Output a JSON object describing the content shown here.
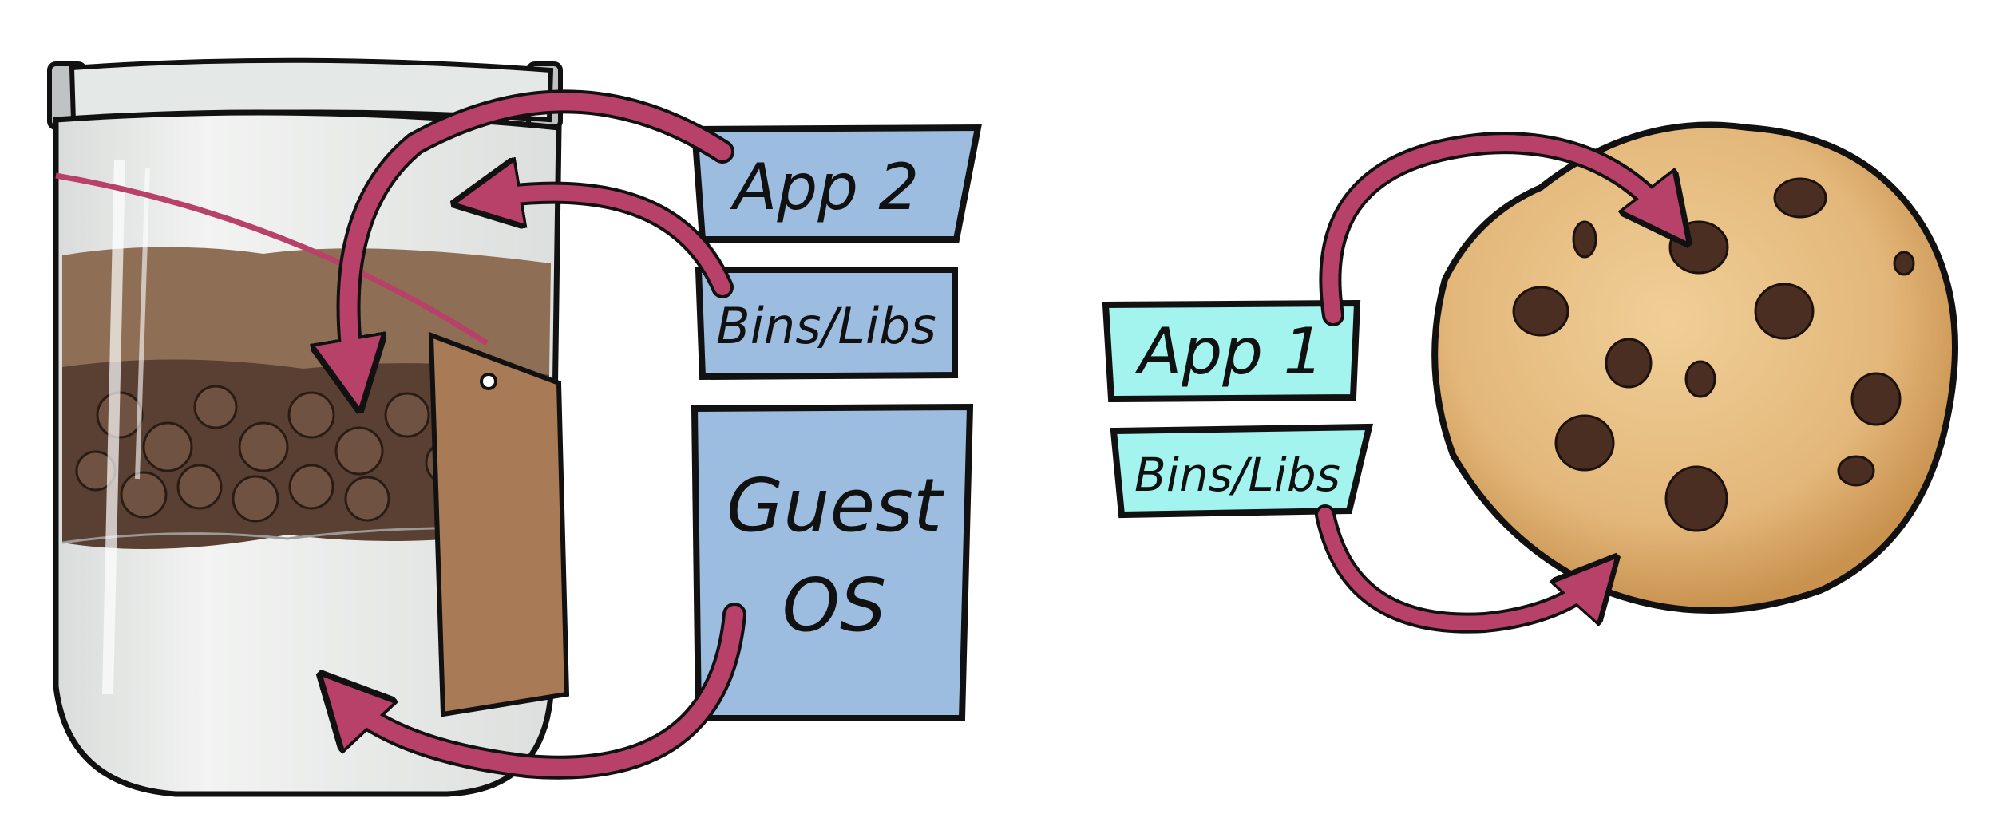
{
  "containers": {
    "stack": [
      {
        "label": "App 2",
        "color": "#9dbde0"
      },
      {
        "label": "Bins/Libs",
        "color": "#9dbde0"
      },
      {
        "label": "Guest\nOS",
        "lines": [
          "Guest",
          "OS"
        ],
        "color": "#9dbde0"
      }
    ],
    "lightweight": [
      {
        "label": "App 1",
        "color": "#a3f3ef"
      },
      {
        "label": "Bins/Libs",
        "color": "#a3f3ef"
      }
    ]
  },
  "icons": {
    "left": "cookie-mix-jar-icon",
    "right": "chocolate-chip-cookie-icon",
    "connector": "curved-arrow-icon"
  },
  "colors": {
    "arrow": "#b8416a",
    "outline": "#111111",
    "jar_glass": "#e9ecea",
    "tag": "#a87a55",
    "cookie": "#e3b77a",
    "chip": "#4a2e22"
  }
}
